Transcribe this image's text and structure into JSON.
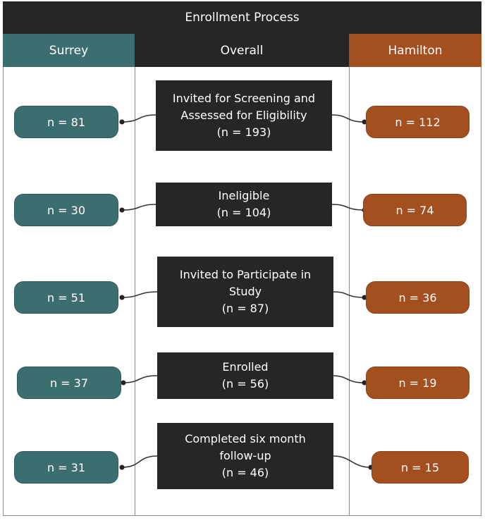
{
  "title": "Enrollment Process",
  "columns": {
    "left": "Surrey",
    "center": "Overall",
    "right": "Hamilton"
  },
  "colors": {
    "surrey": "#3d6e6f",
    "overall": "#262626",
    "hamilton": "#a34f1f"
  },
  "stages": [
    {
      "lines": [
        "Invited for Screening and",
        "Assessed for Eligibility",
        "(n = 193)"
      ],
      "surrey": "n = 81",
      "hamilton": "n = 112"
    },
    {
      "lines": [
        "Ineligible",
        "(n = 104)"
      ],
      "surrey": "n = 30",
      "hamilton": "n = 74"
    },
    {
      "lines": [
        "Invited to Participate in",
        "Study",
        "(n = 87)"
      ],
      "surrey": "n = 51",
      "hamilton": "n = 36"
    },
    {
      "lines": [
        "Enrolled",
        "(n = 56)"
      ],
      "surrey": "n = 37",
      "hamilton": "n = 19"
    },
    {
      "lines": [
        "Completed six month",
        "follow-up",
        "(n = 46)"
      ],
      "surrey": "n = 31",
      "hamilton": "n = 15"
    }
  ]
}
